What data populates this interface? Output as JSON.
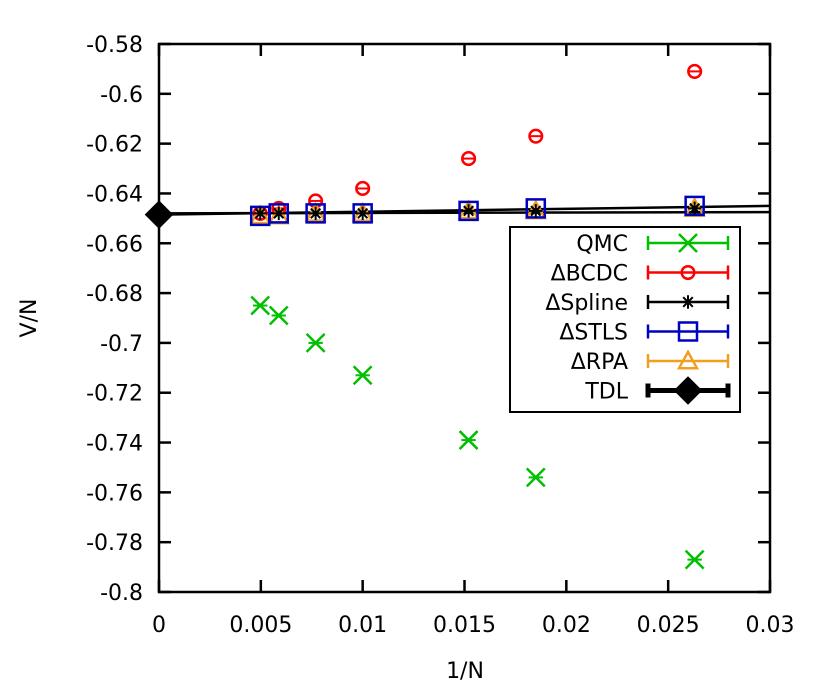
{
  "chart_data": {
    "type": "scatter",
    "title": "",
    "xlabel": "1/N",
    "ylabel": "V/N",
    "xlim": [
      0,
      0.03
    ],
    "ylim": [
      -0.8,
      -0.58
    ],
    "grid": false,
    "legend_position": "inside-right",
    "xticks": [
      "0",
      "0.005",
      "0.01",
      "0.015",
      "0.02",
      "0.025",
      "0.03"
    ],
    "yticks": [
      "-0.58",
      "-0.6",
      "-0.62",
      "-0.64",
      "-0.66",
      "-0.68",
      "-0.7",
      "-0.72",
      "-0.74",
      "-0.76",
      "-0.78",
      "-0.8"
    ],
    "x": [
      0.00497,
      0.00588,
      0.00769,
      0.01,
      0.0152,
      0.0185,
      0.0263
    ],
    "series": [
      {
        "name": "QMC",
        "color": "#00c000",
        "marker": "x",
        "values": [
          -0.685,
          -0.689,
          -0.7,
          -0.713,
          -0.739,
          -0.754,
          -0.787
        ]
      },
      {
        "name": "ΔBCDC",
        "color": "#ff0000",
        "marker": "circle",
        "values": [
          -0.648,
          -0.646,
          -0.643,
          -0.638,
          -0.626,
          -0.617,
          -0.591
        ]
      },
      {
        "name": "ΔSpline",
        "color": "#000000",
        "marker": "star",
        "values": [
          -0.648,
          -0.648,
          -0.648,
          -0.648,
          -0.647,
          -0.647,
          -0.646
        ]
      },
      {
        "name": "ΔSTLS",
        "color": "#0000c0",
        "marker": "square",
        "values": [
          -0.649,
          -0.648,
          -0.648,
          -0.648,
          -0.647,
          -0.646,
          -0.645
        ]
      },
      {
        "name": "ΔRPA",
        "color": "#f0a020",
        "marker": "triangle",
        "values": [
          -0.649,
          -0.649,
          -0.648,
          -0.648,
          -0.647,
          -0.647,
          -0.646
        ]
      },
      {
        "name": "TDL",
        "color": "#000000",
        "marker": "diamond",
        "x": [
          0
        ],
        "values": [
          -0.6485
        ]
      }
    ],
    "fit_lines": [
      {
        "x": [
          0,
          0.03
        ],
        "y": [
          -0.6485,
          -0.645
        ]
      },
      {
        "x": [
          0,
          0.03
        ],
        "y": [
          -0.648,
          -0.6475
        ]
      }
    ]
  }
}
